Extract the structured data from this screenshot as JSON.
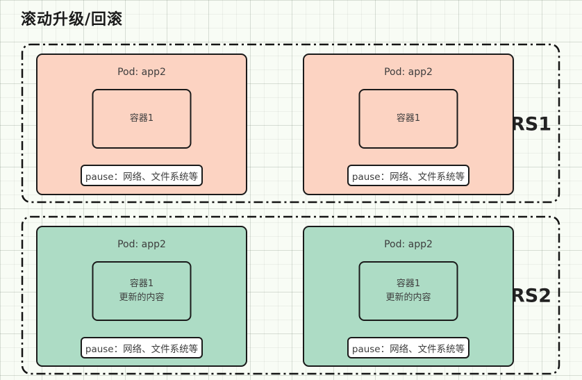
{
  "page": {
    "title": "滚动升级/回滚"
  },
  "colors": {
    "pod_pink": "#FCD3C2",
    "pod_green": "#ADDCC5",
    "pause_background": "#FFFFFF",
    "outline": "#1A1A1A",
    "canvas_background": "#F8FCF5"
  },
  "replica_sets": [
    {
      "label": "RS1",
      "pods": [
        {
          "title": "Pod: app2",
          "container_label": "容器1",
          "container_label_line2": "",
          "pause_label": "pause：网络、文件系统等"
        },
        {
          "title": "Pod: app2",
          "container_label": "容器1",
          "container_label_line2": "",
          "pause_label": "pause：网络、文件系统等"
        }
      ]
    },
    {
      "label": "RS2",
      "pods": [
        {
          "title": "Pod: app2",
          "container_label": "容器1",
          "container_label_line2": "更新的内容",
          "pause_label": "pause：网络、文件系统等"
        },
        {
          "title": "Pod: app2",
          "container_label": "容器1",
          "container_label_line2": "更新的内容",
          "pause_label": "pause：网络、文件系统等"
        }
      ]
    }
  ]
}
